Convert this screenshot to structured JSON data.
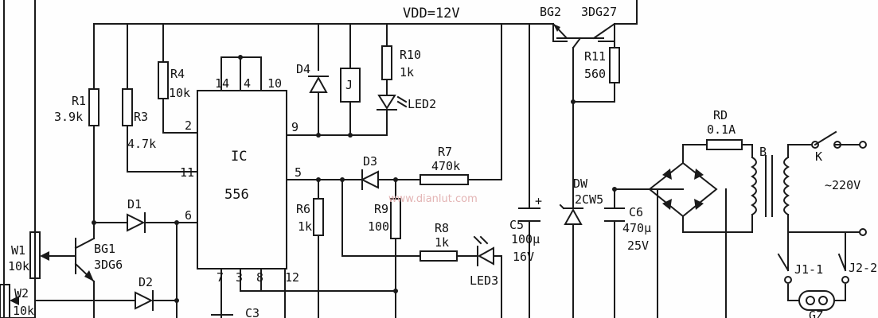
{
  "supply": {
    "vdd": "VDD=12V",
    "mains": "~220V"
  },
  "ic": {
    "name": "IC",
    "part": "556",
    "pins": {
      "p14": "14",
      "p4": "4",
      "p10": "10",
      "p2": "2",
      "p9": "9",
      "p11": "11",
      "p5": "5",
      "p6": "6",
      "p7": "7",
      "p3": "3",
      "p8": "8",
      "p12": "12"
    }
  },
  "resistors": {
    "r1": {
      "name": "R1",
      "value": "3.9k"
    },
    "r3": {
      "name": "R3",
      "value": "4.7k"
    },
    "r4": {
      "name": "R4",
      "value": "10k"
    },
    "r6": {
      "name": "R6",
      "value": "1k"
    },
    "r7": {
      "name": "R7",
      "value": "470k"
    },
    "r8": {
      "name": "R8",
      "value": "1k"
    },
    "r9": {
      "name": "R9",
      "value": "100"
    },
    "r10": {
      "name": "R10",
      "value": "1k"
    },
    "r11": {
      "name": "R11",
      "value": "560"
    }
  },
  "pots": {
    "w1": {
      "name": "W1",
      "value": "10k"
    },
    "w2": {
      "name": "W2",
      "value": "10k"
    }
  },
  "transistors": {
    "bg1": {
      "name": "BG1",
      "part": "3DG6"
    },
    "bg2": {
      "name": "BG2",
      "part": "3DG27"
    }
  },
  "diodes": {
    "d1": "D1",
    "d2": "D2",
    "d3": "D3",
    "d4": "D4"
  },
  "leds": {
    "led2": "LED2",
    "led3": "LED3"
  },
  "zener": {
    "name": "DW",
    "part": "2CW5"
  },
  "capacitors": {
    "c3": {
      "name": "C3"
    },
    "c5": {
      "name": "C5",
      "value": "100μ",
      "voltage": "16V"
    },
    "c6": {
      "name": "C6",
      "value": "470μ",
      "voltage": "25V"
    }
  },
  "fuse": {
    "name": "RD",
    "value": "0.1A"
  },
  "transformer": {
    "name": "B"
  },
  "relay": {
    "coil": "J",
    "contact1": "J1-1",
    "contact2": "J2-2"
  },
  "switch": {
    "name": "K"
  },
  "load": {
    "name": "GZ"
  },
  "watermark": "www.dianlut.com"
}
